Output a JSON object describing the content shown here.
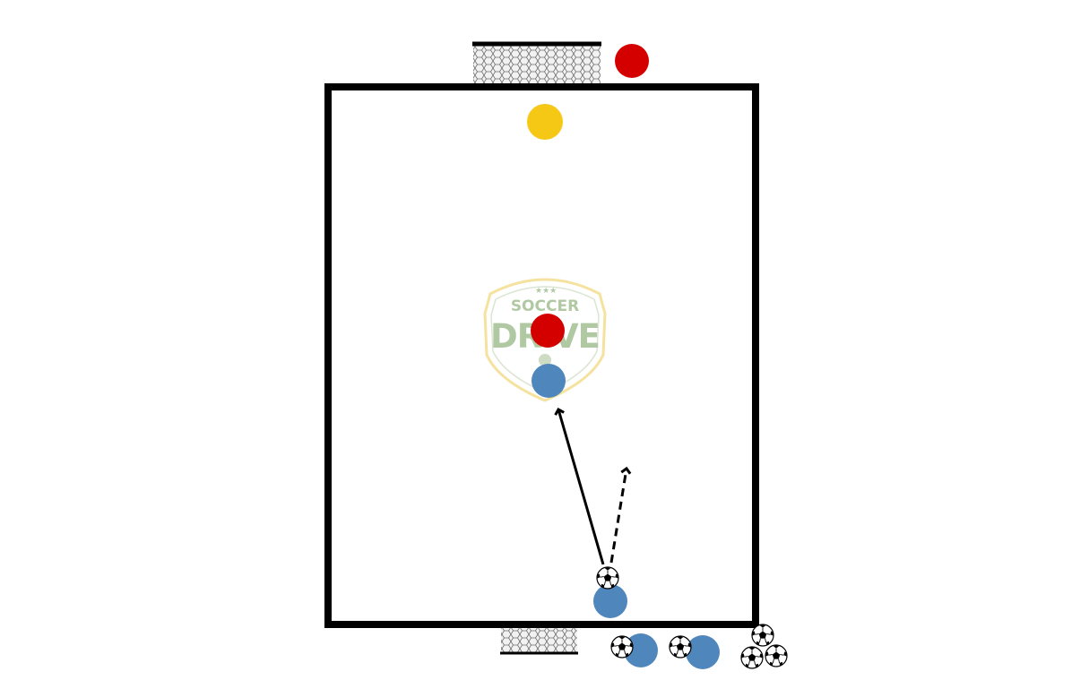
{
  "diagram": {
    "watermark": {
      "top_text": "SOCCER",
      "bottom_text": "DRIVE",
      "colors": {
        "text": "#a8c49a",
        "border": "#f3df94"
      }
    },
    "colors": {
      "field_border": "#000000",
      "red_player": "#d40000",
      "yellow_player": "#f6c816",
      "blue_player": "#4f86bb",
      "goal_net_fill": "#f2f2f2",
      "goal_net_pattern": "#6f6f6f",
      "arrow": "#000000"
    },
    "players": [
      {
        "id": "red-top-player",
        "team": "red"
      },
      {
        "id": "yellow-goalkeeper",
        "team": "yellow"
      },
      {
        "id": "red-center-player",
        "team": "red"
      },
      {
        "id": "blue-center-player",
        "team": "blue"
      },
      {
        "id": "blue-bottom-player",
        "team": "blue"
      },
      {
        "id": "blue-waiting-player-1",
        "team": "blue"
      },
      {
        "id": "blue-waiting-player-2",
        "team": "blue"
      }
    ],
    "balls": [
      {
        "id": "ball-in-play"
      },
      {
        "id": "ball-waiting-1"
      },
      {
        "id": "ball-waiting-2"
      },
      {
        "id": "ball-pile-1"
      },
      {
        "id": "ball-pile-2"
      },
      {
        "id": "ball-pile-3"
      }
    ],
    "arrows": [
      {
        "id": "pass-arrow",
        "style": "solid"
      },
      {
        "id": "run-arrow",
        "style": "dashed"
      }
    ]
  }
}
